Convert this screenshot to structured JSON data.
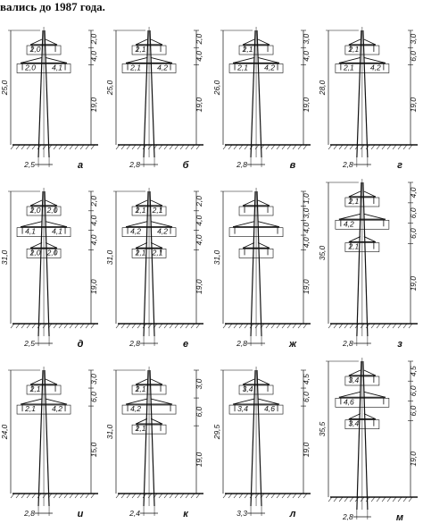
{
  "header": {
    "text": "вались до 1987 года."
  },
  "towers": [
    {
      "caption": "а",
      "height": "25,0",
      "lower": "19,0",
      "base": "2,5",
      "crossarms": [
        {
          "left": "2,0",
          "right": ""
        },
        {
          "left": "2,0",
          "right": "4,1"
        }
      ],
      "segments": [
        "2,0",
        "4,0"
      ]
    },
    {
      "caption": "б",
      "height": "25,0",
      "lower": "19,0",
      "base": "2,8",
      "crossarms": [
        {
          "left": "2,1",
          "right": ""
        },
        {
          "left": "2,1",
          "right": "4,2"
        }
      ],
      "segments": [
        "2,0",
        "4,0"
      ]
    },
    {
      "caption": "в",
      "height": "26,0",
      "lower": "19,0",
      "base": "2,8",
      "crossarms": [
        {
          "left": "2,1",
          "right": ""
        },
        {
          "left": "2,1",
          "right": "4,2"
        }
      ],
      "segments": [
        "3,0",
        "4,0"
      ]
    },
    {
      "caption": "г",
      "height": "28,0",
      "lower": "19,0",
      "base": "2,8",
      "crossarms": [
        {
          "left": "2,1",
          "right": ""
        },
        {
          "left": "2,1",
          "right": "4,2"
        }
      ],
      "segments": [
        "3,0",
        "6,0"
      ]
    },
    {
      "caption": "д",
      "height": "31,0",
      "lower": "19,0",
      "base": "2,5",
      "crossarms": [
        {
          "left": "2,0",
          "right": "2,0"
        },
        {
          "left": "4,1",
          "right": "4,1"
        },
        {
          "left": "2,0",
          "right": "2,0"
        }
      ],
      "segments": [
        "2,0",
        "4,0",
        "4,0"
      ]
    },
    {
      "caption": "е",
      "height": "31,0",
      "lower": "19,0",
      "base": "2,8",
      "crossarms": [
        {
          "left": "2,1",
          "right": "2,1"
        },
        {
          "left": "4,2",
          "right": "4,2"
        },
        {
          "left": "2,1",
          "right": "2,1"
        }
      ],
      "segments": [
        "2,0",
        "4,0",
        "4,0"
      ]
    },
    {
      "caption": "ж",
      "height": "31,0",
      "lower": "19,0",
      "base": "2,8",
      "crossarms": [
        {
          "left": "",
          "right": ""
        },
        {
          "left": "",
          "right": ""
        },
        {
          "left": "",
          "right": ""
        }
      ],
      "segments": [
        "1,0",
        "3,0",
        "4,0",
        "4,0"
      ]
    },
    {
      "caption": "з",
      "height": "35,0",
      "lower": "19,0",
      "base": "2,8",
      "crossarms": [
        {
          "left": "2,1",
          "right": ""
        },
        {
          "left": "4,2",
          "right": ""
        },
        {
          "left": "2,1",
          "right": ""
        }
      ],
      "segments": [
        "4,0",
        "6,0",
        "6,0"
      ]
    },
    {
      "caption": "и",
      "height": "24,0",
      "lower": "15,0",
      "base": "2,8",
      "crossarms": [
        {
          "left": "2,1",
          "right": ""
        },
        {
          "left": "2,1",
          "right": "4,2"
        }
      ],
      "segments": [
        "3,0",
        "6,0"
      ]
    },
    {
      "caption": "к",
      "height": "31,0",
      "lower": "19,0",
      "base": "2,4",
      "crossarms": [
        {
          "left": "2,1",
          "right": ""
        },
        {
          "left": "4,2",
          "right": ""
        },
        {
          "left": "2,1",
          "right": ""
        }
      ],
      "segments": [
        "3,0",
        "6,0"
      ]
    },
    {
      "caption": "л",
      "height": "29,5",
      "lower": "19,0",
      "base": "3,3",
      "crossarms": [
        {
          "left": "3,4",
          "right": ""
        },
        {
          "left": "3,4",
          "right": "4,6"
        }
      ],
      "segments": [
        "4,5",
        "6,0"
      ]
    },
    {
      "caption": "м",
      "height": "35,5",
      "lower": "19,0",
      "base": "2,8",
      "crossarms": [
        {
          "left": "3,4",
          "right": ""
        },
        {
          "left": "4,6",
          "right": ""
        },
        {
          "left": "3,4",
          "right": ""
        }
      ],
      "segments": [
        "4,5",
        "6,0",
        "6,0"
      ]
    }
  ]
}
